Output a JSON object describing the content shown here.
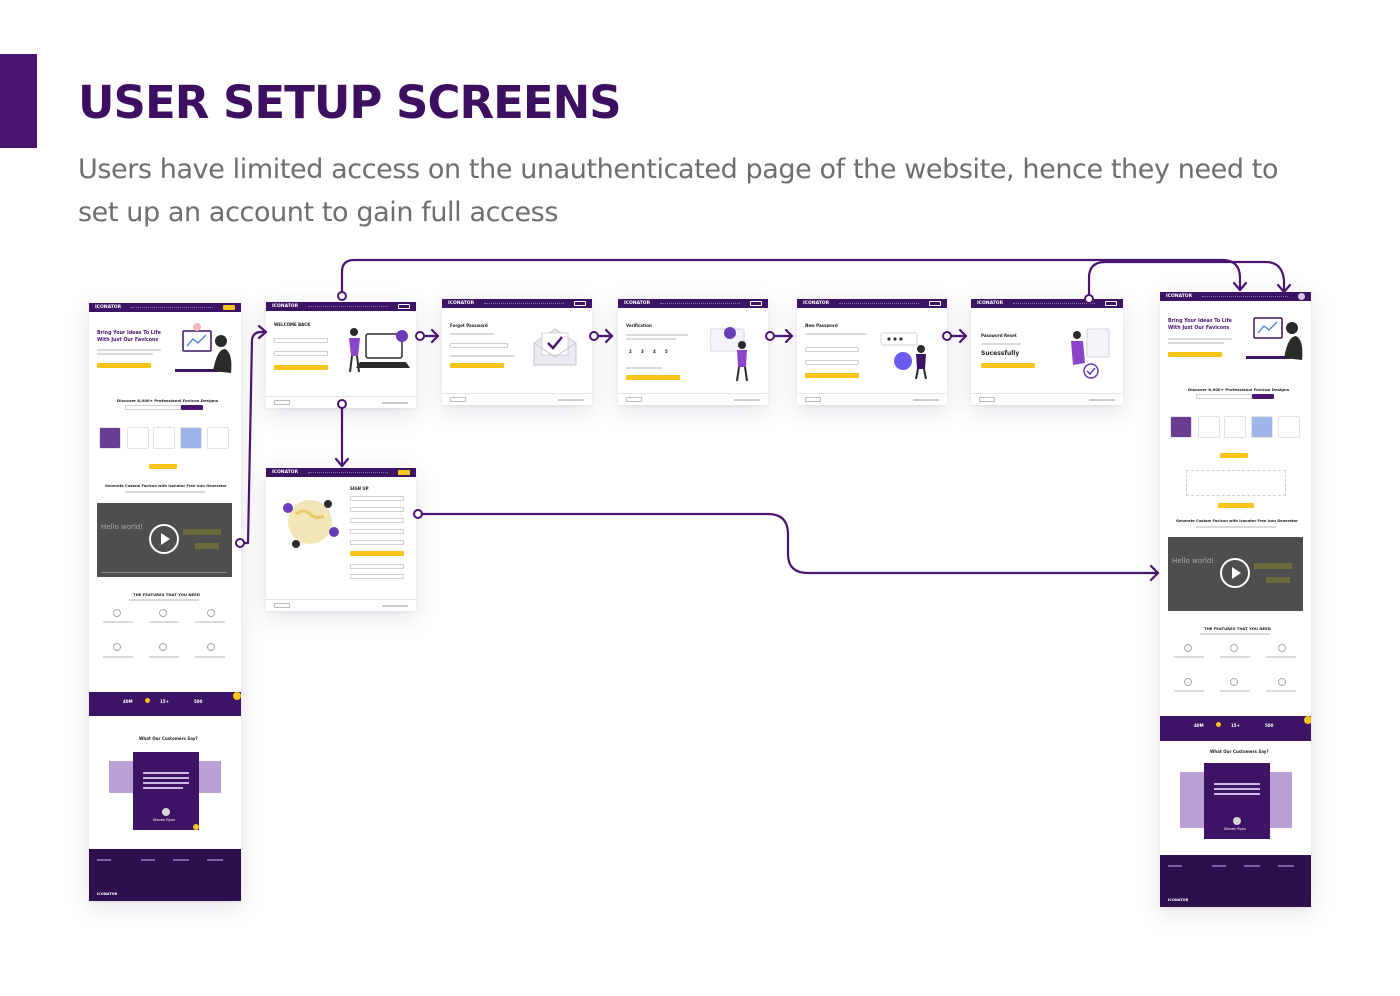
{
  "heading": {
    "title": "USER SETUP SCREENS",
    "subtitle": "Users have limited access on the unauthenticated page of the website, hence they need to set up an account to gain full access"
  },
  "colors": {
    "brand": "#3d1465",
    "accent": "#f5c518",
    "title": "#3d0f61",
    "subtitle": "#6d6d72"
  },
  "icons": {
    "play": "play-icon",
    "check": "check-icon",
    "lock": "lock-icon"
  },
  "brand_name": "ICONATOR",
  "landing": {
    "hero_title": "Bring Your Ideas To Life With Just Our Favicons",
    "discover": "Discover 8,000+ Professional Favicon Designs",
    "generate": "Generate Custom Favicon with Iconator Free Icon Generator",
    "video_text": "Hello world!",
    "features": "THE FEATURES THAT YOU NEED",
    "stats": [
      "40M",
      "15+",
      "500"
    ],
    "testimonials": "What Our Customers Say?",
    "reviewer": "Steven Ryan"
  },
  "screens": {
    "login": "WELCOME BACK",
    "forgot": "Forgot Password",
    "verify": "Verification",
    "code": [
      "2",
      "3",
      "4",
      "5"
    ],
    "new_password": "New Password",
    "reset": "Password Reset",
    "reset_status": "Sucessfully",
    "signup": "SIGN UP"
  }
}
